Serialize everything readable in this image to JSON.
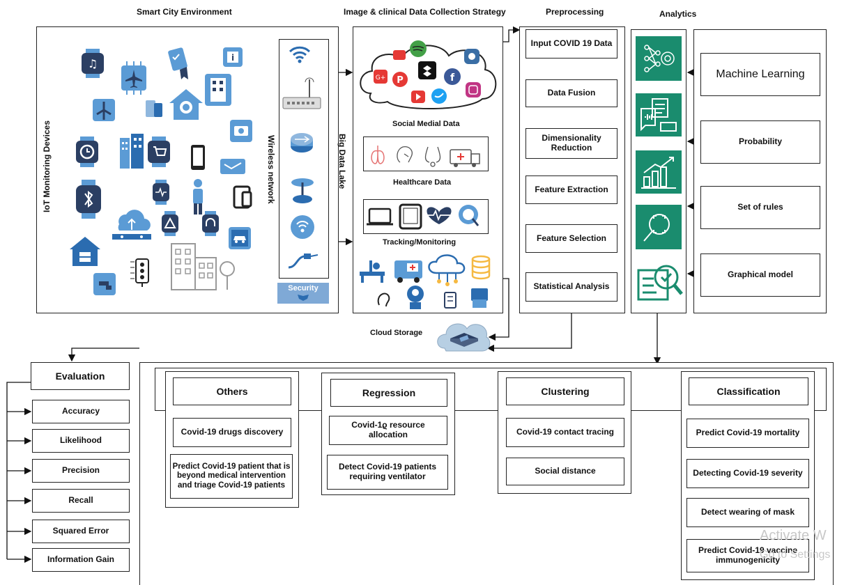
{
  "sections": {
    "smart_city": "Smart City Environment",
    "collection": "Image & clinical Data Collection Strategy",
    "preprocessing": "Preprocessing",
    "analytics": "Analytics"
  },
  "side_labels": {
    "iot": "IoT Monitoring Devices",
    "wireless": "Wireless network",
    "big_data": "Big Data Lake"
  },
  "security": "Security",
  "collection_labels": {
    "social": "Social Medial Data",
    "healthcare": "Healthcare Data",
    "tracking": "Tracking/Monitoring"
  },
  "cloud_storage": "Cloud Storage",
  "preprocessing_steps": [
    "Input COVID 19 Data",
    "Data Fusion",
    "Dimensionality Reduction",
    "Feature Extraction",
    "Feature Selection",
    "Statistical Analysis"
  ],
  "analytics_items": [
    "Machine Learning",
    "Probability",
    "Set of rules",
    "Graphical model"
  ],
  "evaluation": {
    "title": "Evaluation",
    "items": [
      "Accuracy",
      "Likelihood",
      "Precision",
      "Recall",
      "Squared Error",
      "Information Gain"
    ]
  },
  "groups": {
    "others": {
      "title": "Others",
      "items": [
        "Covid-19 drugs discovery",
        "Predict Covid-19 patient that is beyond medical intervention and triage Covid-19 patients"
      ]
    },
    "regression": {
      "title": "Regression",
      "items": [
        "Covid-1ϱ resource allocation",
        "Detect Covid-19 patients requiring ventilator"
      ]
    },
    "clustering": {
      "title": "Clustering",
      "items": [
        "Covid-19 contact tracing",
        "Social distance"
      ]
    },
    "classification": {
      "title": "Classification",
      "items": [
        "Predict Covid-19 mortality",
        "Detecting Covid-19 severity",
        "Detect wearing of mask",
        "Predict Covid-19 vaccine immunogenicity"
      ]
    }
  },
  "watermark": {
    "line1": "Activate W",
    "line2": "Go to Settings"
  },
  "colors": {
    "teal": "#1a8c6e",
    "navy": "#2b3f63",
    "blue": "#2b6cb0",
    "lightblue": "#5b9bd5",
    "security": "#7fa9d6"
  }
}
